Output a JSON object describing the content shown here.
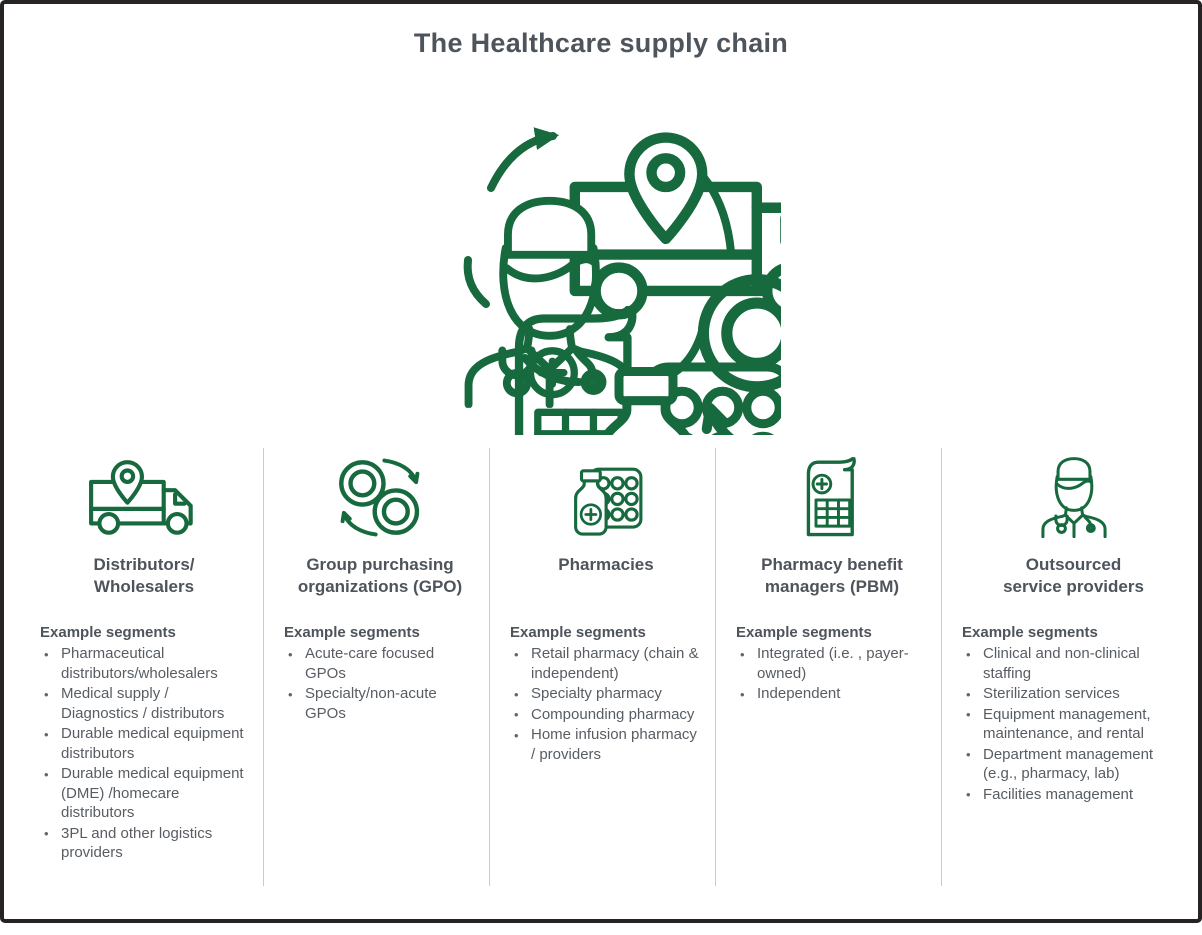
{
  "title": "The Healthcare supply chain",
  "colors": {
    "icon_green": "#17693e",
    "heading_text": "#4e545b",
    "body_text": "#575d63",
    "divider_gray": "#c8cccb",
    "frame_border": "#272324",
    "background": "#ffffff"
  },
  "cycle": {
    "description": "Circular flow of five icons connected clockwise by curved arrows",
    "icons": [
      "delivery-truck-icon",
      "circulating-rings-icon",
      "medicine-bottle-blister-icon",
      "benefit-document-icon",
      "clinician-icon"
    ]
  },
  "columns": [
    {
      "icon": "delivery-truck-icon",
      "title": "Distributors/\nWholesalers",
      "segments_heading": "Example segments",
      "segments": [
        "Pharmaceutical distributors/wholesalers",
        "Medical supply / Diagnostics / distributors",
        "Durable medical equipment distributors",
        "Durable medical equipment (DME) /homecare distributors",
        "3PL and other logistics providers"
      ]
    },
    {
      "icon": "circulating-rings-icon",
      "title": "Group purchasing\norganizations (GPO)",
      "segments_heading": "Example segments",
      "segments": [
        "Acute-care focused GPOs",
        "Specialty/non-acute GPOs"
      ]
    },
    {
      "icon": "medicine-bottle-blister-icon",
      "title": "Pharmacies",
      "segments_heading": "Example segments",
      "segments": [
        "Retail pharmacy (chain & independent)",
        "Specialty pharmacy",
        "Compounding pharmacy",
        "Home infusion pharmacy / providers"
      ]
    },
    {
      "icon": "benefit-document-icon",
      "title": "Pharmacy benefit\nmanagers (PBM)",
      "segments_heading": "Example segments",
      "segments": [
        "Integrated (i.e. , payer-owned)",
        "Independent"
      ]
    },
    {
      "icon": "clinician-icon",
      "title": "Outsourced\nservice providers",
      "segments_heading": "Example segments",
      "segments": [
        "Clinical and non-clinical staffing",
        "Sterilization services",
        "Equipment management, maintenance, and rental",
        "Department management (e.g., pharmacy, lab)",
        "Facilities management"
      ]
    }
  ]
}
